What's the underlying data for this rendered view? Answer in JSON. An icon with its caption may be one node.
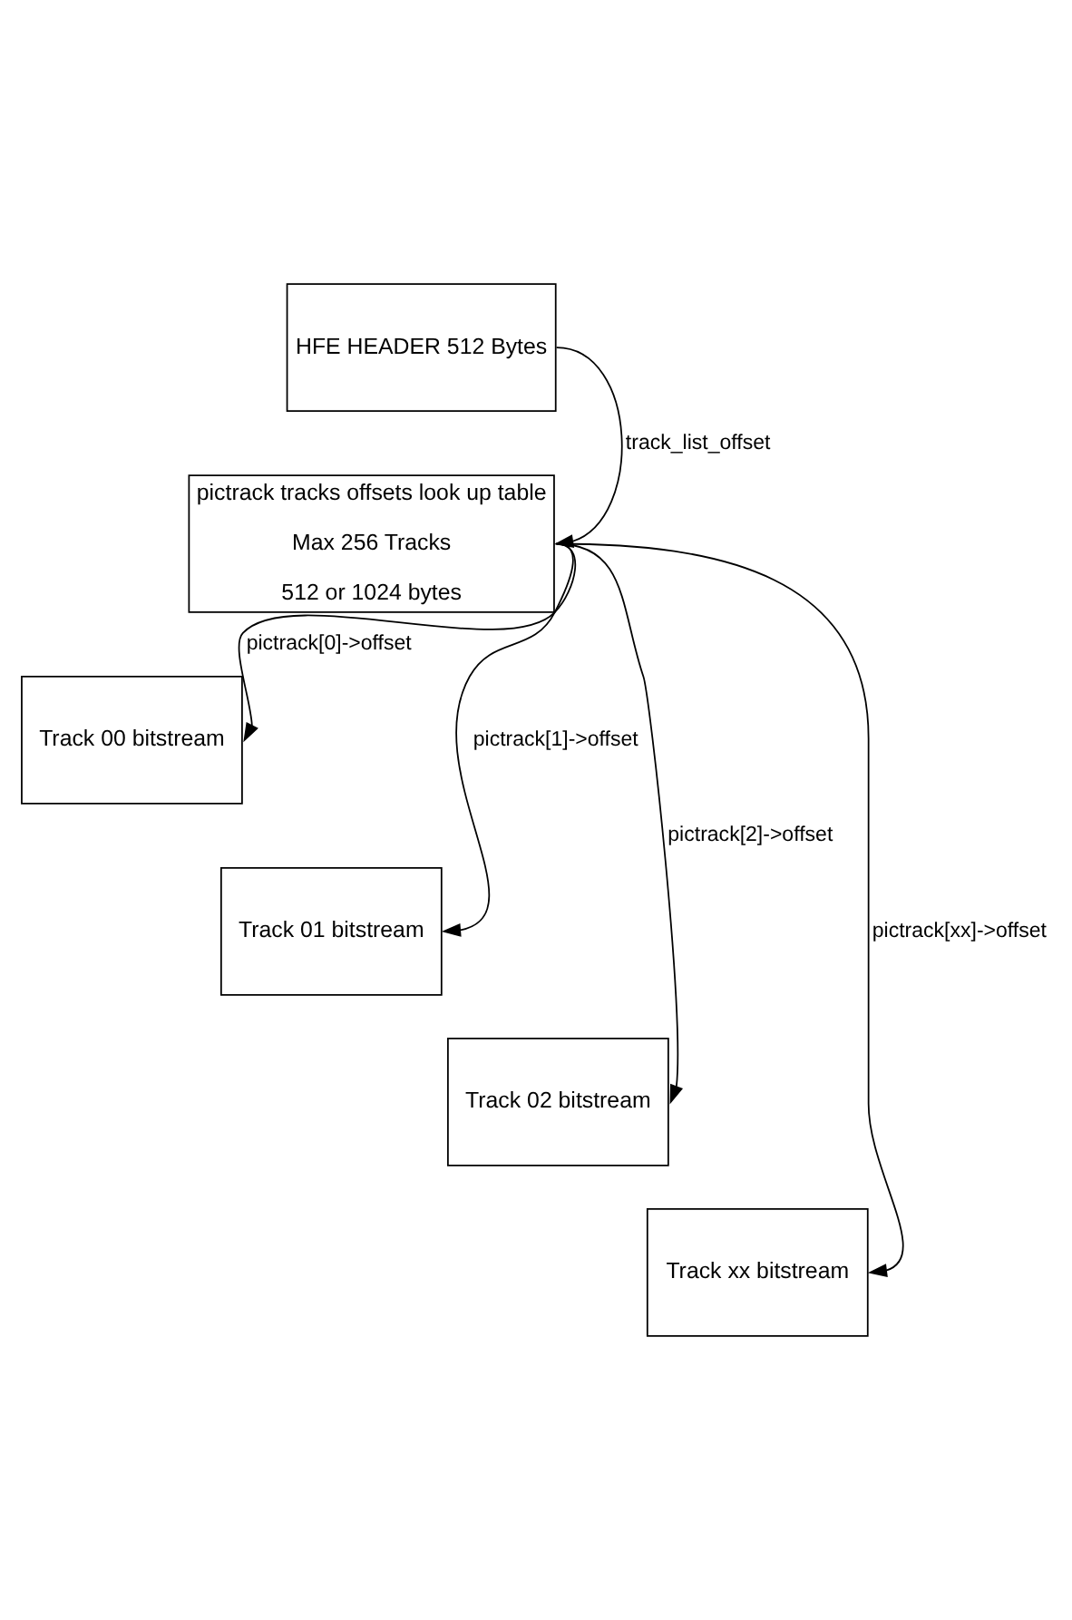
{
  "diagram": {
    "nodes": [
      {
        "text": [
          "HFE HEADER 512 Bytes"
        ]
      },
      {
        "text": [
          "pictrack tracks offsets look up table",
          "Max 256 Tracks",
          "512 or 1024 bytes"
        ]
      },
      {
        "text": [
          "Track 00 bitstream"
        ]
      },
      {
        "text": [
          "Track 01 bitstream"
        ]
      },
      {
        "text": [
          "Track 02 bitstream"
        ]
      },
      {
        "text": [
          "Track xx bitstream"
        ]
      }
    ],
    "edges": [
      {
        "from": 0,
        "to": 1,
        "arrow": "to",
        "label": "track_list_offset"
      },
      {
        "from": 1,
        "to": 2,
        "arrow": "to",
        "label": "pictrack[0]->offset"
      },
      {
        "from": 1,
        "to": 3,
        "arrow": "to",
        "label": "pictrack[1]->offset"
      },
      {
        "from": 1,
        "to": 4,
        "arrow": "to",
        "label": "pictrack[2]->offset"
      },
      {
        "from": 1,
        "to": 5,
        "arrow": "to",
        "label": "pictrack[xx]->offset"
      }
    ]
  }
}
